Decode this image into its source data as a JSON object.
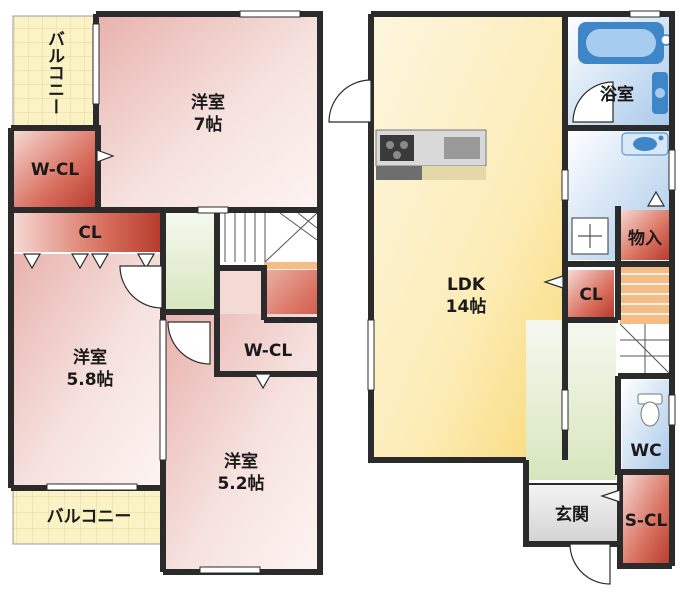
{
  "rooms": {
    "balcony_top": {
      "label": "バルコニー"
    },
    "western_7": {
      "name": "洋室",
      "size": "7帖"
    },
    "wcl_left": {
      "label": "W-CL"
    },
    "cl_top": {
      "label": "CL"
    },
    "western_58": {
      "name": "洋室",
      "size": "5.8帖"
    },
    "wcl_center": {
      "label": "W-CL"
    },
    "western_52": {
      "name": "洋室",
      "size": "5.2帖"
    },
    "balcony_bottom": {
      "label": "バルコニー"
    },
    "ldk": {
      "name": "LDK",
      "size": "14帖"
    },
    "bath": {
      "label": "浴室"
    },
    "storage": {
      "label": "物入"
    },
    "cl_right": {
      "label": "CL"
    },
    "wc": {
      "label": "WC"
    },
    "entrance": {
      "label": "玄関"
    },
    "scl": {
      "label": "S-CL"
    }
  },
  "colors": {
    "wall": "#2b2b2b",
    "western_room": "#ecc8c4",
    "closet": "#c24a3c",
    "ldk": "#fbe7a6",
    "bath": "#cfe2f5",
    "balcony": "#fdf3c0",
    "hall": "#e6efd4",
    "stairs": "#f3b77f"
  }
}
